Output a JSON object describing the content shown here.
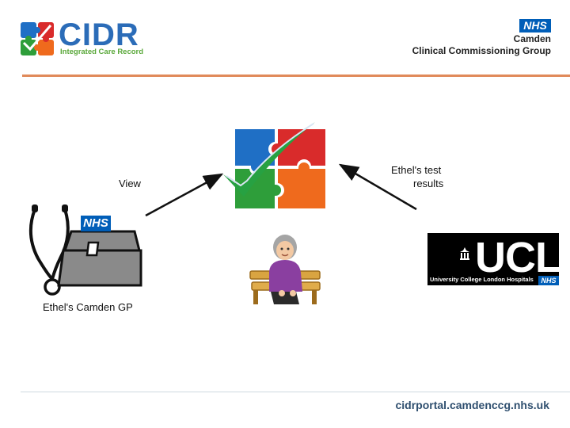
{
  "header": {
    "logo_title": "CIDR",
    "logo_subtitle": "Integrated Care Record",
    "nhs_badge": "NHS",
    "ccg_name_line1": "Camden",
    "ccg_name_line2": "Clinical Commissioning Group"
  },
  "diagram": {
    "view_label": "View",
    "test_results_line1": "Ethel's test",
    "test_results_line2": "results",
    "gp_label": "Ethel's Camden GP",
    "gp_nhs_badge": "NHS",
    "ucl_title": "UCL",
    "ucl_subtitle": "University College London Hospitals",
    "ucl_nhs_badge": "NHS"
  },
  "footer": {
    "url": "cidrportal.camdenccg.nhs.uk"
  },
  "colors": {
    "puzzle_blue": "#1f6fc5",
    "puzzle_red": "#d92b2b",
    "puzzle_green": "#2e9e3a",
    "puzzle_orange": "#ef6a1d",
    "nhs_blue": "#005eb8",
    "header_rule": "#e08a5a"
  }
}
